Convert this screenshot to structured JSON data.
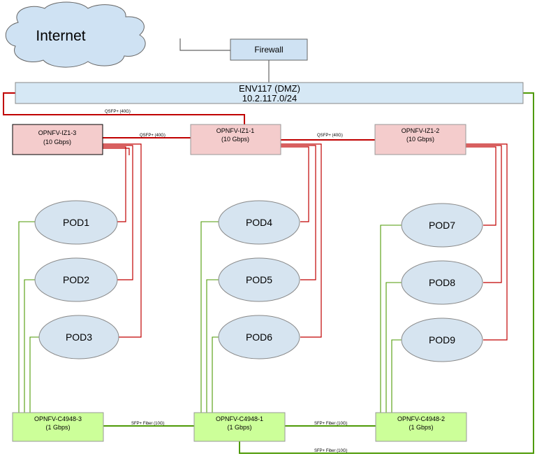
{
  "internet": {
    "label": "Internet"
  },
  "firewall": {
    "label": "Firewall"
  },
  "env": {
    "line1": "ENV117 (DMZ)",
    "line2": "10.2.117.0/24"
  },
  "iz_switches": [
    {
      "name": "OPNFV-IZ1-3",
      "speed": "(10 Gbps)"
    },
    {
      "name": "OPNFV-IZ1-1",
      "speed": "(10 Gbps)"
    },
    {
      "name": "OPNFV-IZ1-2",
      "speed": "(10 Gbps)"
    }
  ],
  "c_switches": [
    {
      "name": "OPNFV-C4948-3",
      "speed": "(1 Gbps)"
    },
    {
      "name": "OPNFV-C4948-1",
      "speed": "(1 Gbps)"
    },
    {
      "name": "OPNFV-C4948-2",
      "speed": "(1 Gbps)"
    }
  ],
  "pods": [
    "POD1",
    "POD2",
    "POD3",
    "POD4",
    "POD5",
    "POD6",
    "POD7",
    "POD8",
    "POD9"
  ],
  "link_labels": {
    "qsfp_env": "QSFP+ (40G)",
    "qsfp_left": "QSFP+ (40G)",
    "qsfp_right": "QSFP+ (40G)",
    "sfp_left": "SFP+ Fiber (10G)",
    "sfp_right": "SFP+ Fiber (10G)",
    "sfp_bottom": "SFP+ Fiber (10G)"
  },
  "colors": {
    "cloud_fill": "#cfe2f3",
    "env_fill": "#d6e8f5",
    "iz_fill": "#f4cccc",
    "c_fill": "#ccff99",
    "pod_fill": "#d6e4f0",
    "red_link": "#c00000",
    "green_link": "#4e9a06"
  }
}
